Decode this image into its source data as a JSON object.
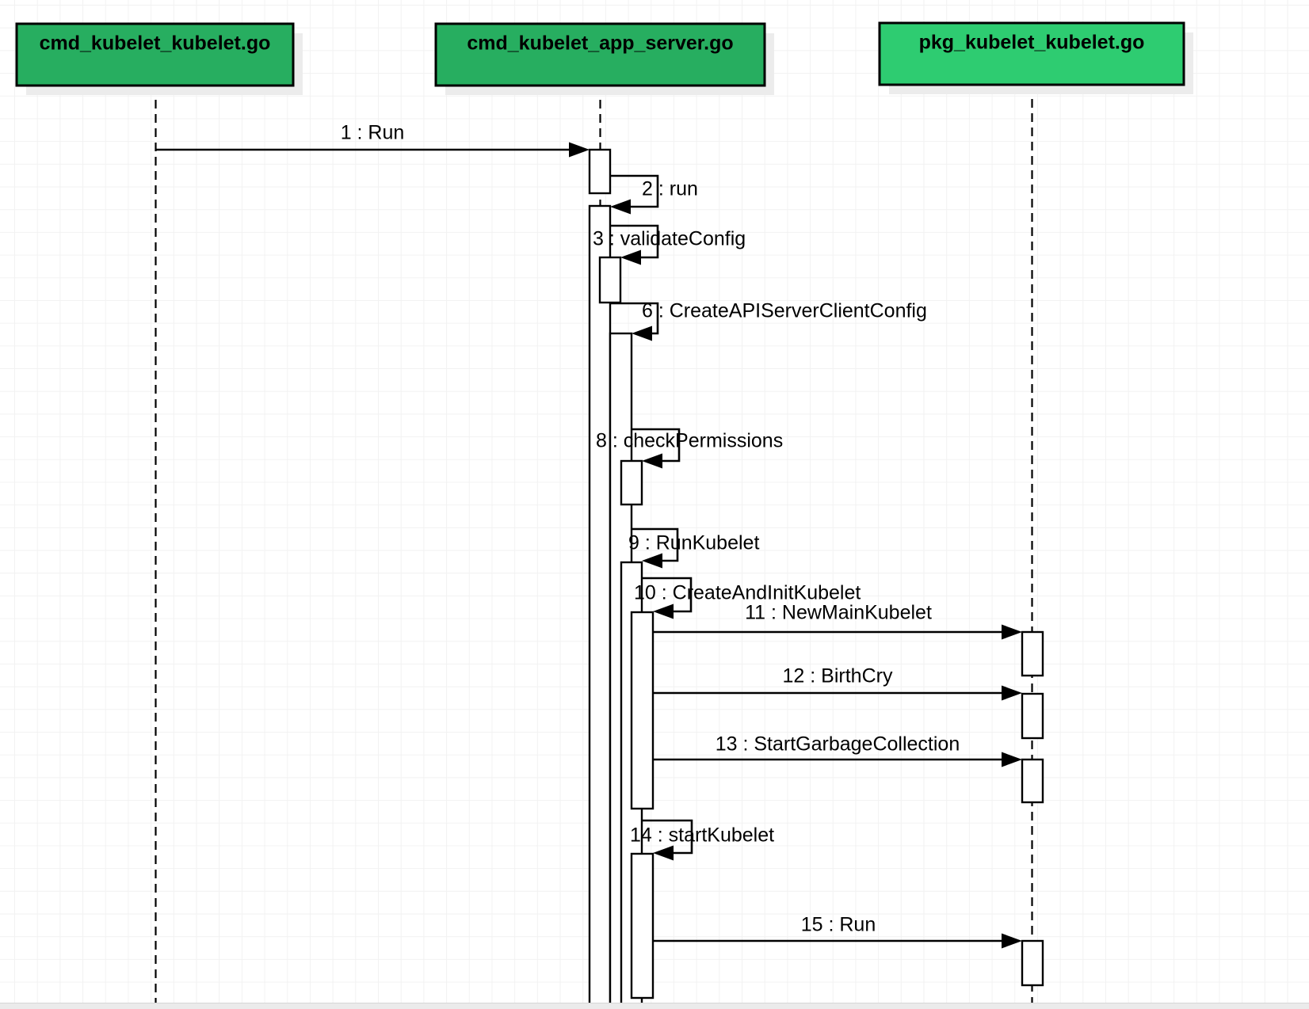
{
  "diagram": {
    "kind": "uml_sequence_diagram",
    "participants": [
      {
        "name": "cmd_kubelet_kubelet.go",
        "fill": "#27AE60"
      },
      {
        "name": "cmd_kubelet_app_server.go",
        "fill": "#27AE60"
      },
      {
        "name": "pkg_kubelet_kubelet.go",
        "fill": "#2ECC71"
      }
    ],
    "messages": [
      {
        "num": 1,
        "label": "1 : Run",
        "method": "Run",
        "from": "cmd_kubelet_kubelet.go",
        "to": "cmd_kubelet_app_server.go",
        "type": "call"
      },
      {
        "num": 2,
        "label": "2 : run",
        "method": "run",
        "from": "cmd_kubelet_app_server.go",
        "to": "cmd_kubelet_app_server.go",
        "type": "self"
      },
      {
        "num": 3,
        "label": "3 : validateConfig",
        "method": "validateConfig",
        "from": "cmd_kubelet_app_server.go",
        "to": "cmd_kubelet_app_server.go",
        "type": "self"
      },
      {
        "num": 6,
        "label": "6 : CreateAPIServerClientConfig",
        "method": "CreateAPIServerClientConfig",
        "from": "cmd_kubelet_app_server.go",
        "to": "cmd_kubelet_app_server.go",
        "type": "self"
      },
      {
        "num": 8,
        "label": "8 : checkPermissions",
        "method": "checkPermissions",
        "from": "cmd_kubelet_app_server.go",
        "to": "cmd_kubelet_app_server.go",
        "type": "self"
      },
      {
        "num": 9,
        "label": "9 : RunKubelet",
        "method": "RunKubelet",
        "from": "cmd_kubelet_app_server.go",
        "to": "cmd_kubelet_app_server.go",
        "type": "self"
      },
      {
        "num": 10,
        "label": "10 : CreateAndInitKubelet",
        "method": "CreateAndInitKubelet",
        "from": "cmd_kubelet_app_server.go",
        "to": "cmd_kubelet_app_server.go",
        "type": "self"
      },
      {
        "num": 11,
        "label": "11 : NewMainKubelet",
        "method": "NewMainKubelet",
        "from": "cmd_kubelet_app_server.go",
        "to": "pkg_kubelet_kubelet.go",
        "type": "call"
      },
      {
        "num": 12,
        "label": "12 : BirthCry",
        "method": "BirthCry",
        "from": "cmd_kubelet_app_server.go",
        "to": "pkg_kubelet_kubelet.go",
        "type": "call"
      },
      {
        "num": 13,
        "label": "13 : StartGarbageCollection",
        "method": "StartGarbageCollection",
        "from": "cmd_kubelet_app_server.go",
        "to": "pkg_kubelet_kubelet.go",
        "type": "call"
      },
      {
        "num": 14,
        "label": "14 : startKubelet",
        "method": "startKubelet",
        "from": "cmd_kubelet_app_server.go",
        "to": "cmd_kubelet_app_server.go",
        "type": "self"
      },
      {
        "num": 15,
        "label": "15 : Run",
        "method": "Run",
        "from": "cmd_kubelet_app_server.go",
        "to": "pkg_kubelet_kubelet.go",
        "type": "call"
      }
    ],
    "colors": {
      "participant_green_dark": "#27AE60",
      "participant_green_light": "#2ECC71",
      "stroke": "#000000",
      "shadow": "#ececec",
      "grid_line": "#f2f2f2",
      "scrollbar_track": "#ebebeb"
    }
  }
}
